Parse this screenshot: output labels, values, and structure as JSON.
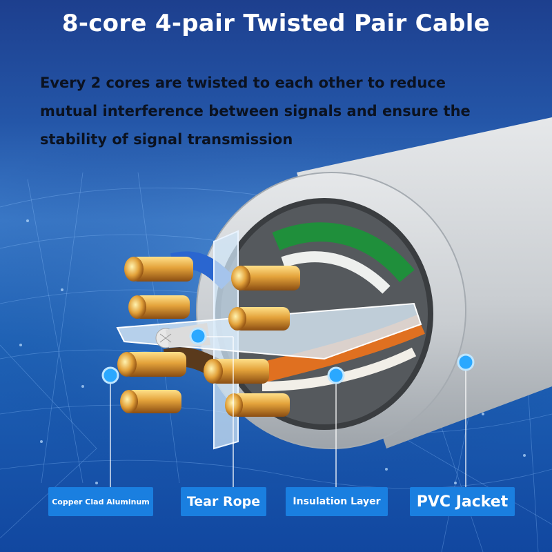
{
  "title": "8-core 4-pair Twisted Pair Cable",
  "description": [
    "Every 2 cores are twisted to each other to reduce",
    "mutual interference between signals and ensure the",
    "stability of signal transmission"
  ],
  "labels": {
    "copper": "Copper Clad Aluminum",
    "tear_rope": "Tear Rope",
    "insulation": "Insulation Layer",
    "jacket": "PVC Jacket"
  },
  "colors": {
    "label_bg": "#1a7fe0",
    "pointer_dot": "#2aa8ff",
    "jacket": "#c8ccd0",
    "copper": "#d8922a"
  }
}
